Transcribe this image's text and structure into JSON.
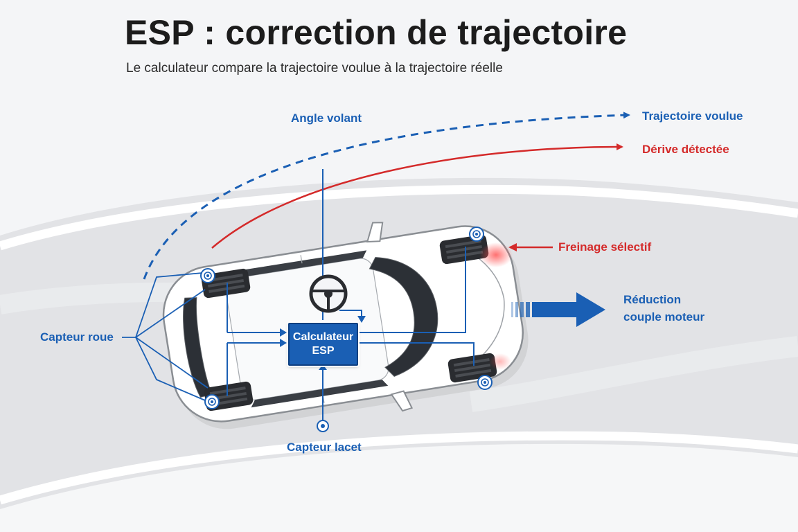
{
  "header": {
    "title": "ESP : correction de trajectoire",
    "subtitle": "Le calculateur compare la trajectoire voulue à la trajectoire réelle"
  },
  "labels": {
    "angle_volant": "Angle volant",
    "trajectoire_voulue": "Trajectoire voulue",
    "derive_detectee": "Dérive détectée",
    "freinage_selectif": "Freinage sélectif",
    "reduction_line1": "Réduction",
    "reduction_line2": "couple moteur",
    "capteur_roue": "Capteur roue",
    "capteur_lacet": "Capteur lacet"
  },
  "ecu": {
    "line1": "Calculateur",
    "line2": "ESP"
  },
  "colors": {
    "blue": "#1a5fb4",
    "red": "#d42a2a",
    "road": "#e3e4e7",
    "car_body": "#ffffff"
  },
  "icons": {
    "steering_wheel": "steering-wheel-icon",
    "wheel_sensor": "wheel-sensor-icon",
    "yaw_sensor": "yaw-sensor-icon"
  }
}
